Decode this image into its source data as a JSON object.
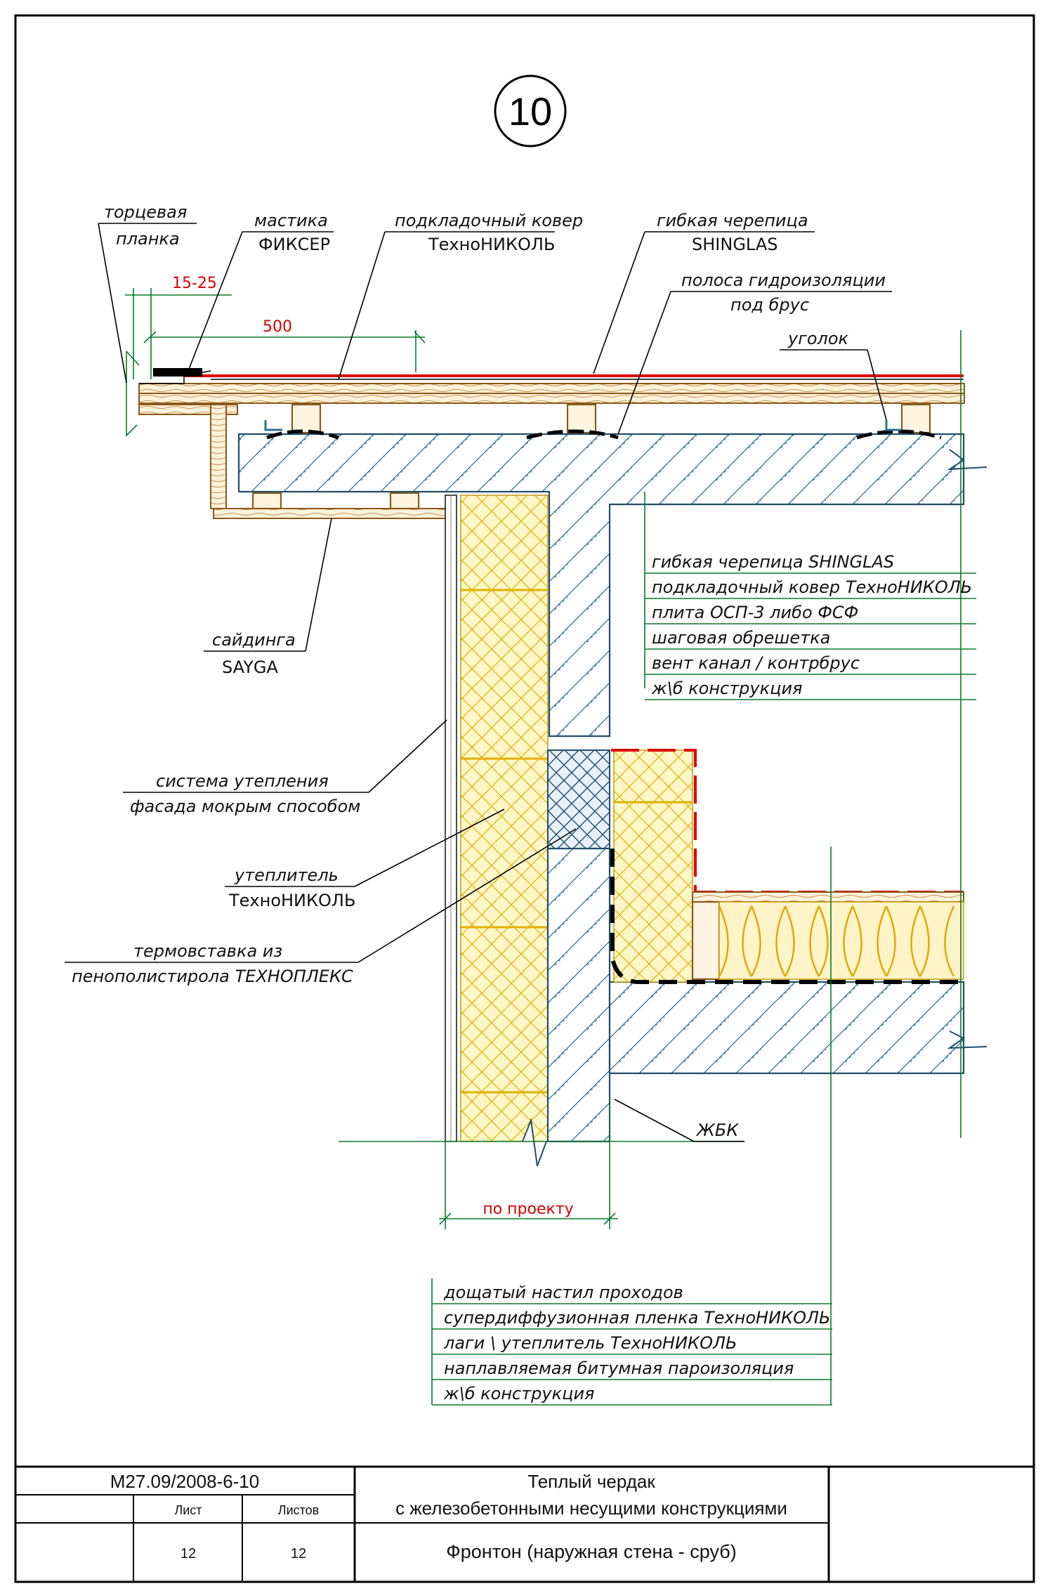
{
  "detail_number": "10",
  "labels": {
    "end_plank_1": "торцевая",
    "end_plank_2": "планка",
    "mastic_1": "мастика",
    "mastic_2": "ФИКСЕР",
    "underlay_1": "подкладочный ковер",
    "underlay_2": "ТехноНИКОЛЬ",
    "shingles_1": "гибкая черепица",
    "shingles_2": "SHINGLAS",
    "strip_1": "полоса гидроизоляции",
    "strip_2": "под брус",
    "angle": "уголок",
    "siding_1": "сайдинга",
    "siding_2": "SAYGA",
    "facade_1": "система утепления",
    "facade_2": "фасада мокрым способом",
    "insulation_1": "утеплитель",
    "insulation_2": "ТехноНИКОЛЬ",
    "thermal_1": "термовставка из",
    "thermal_2": "пенополистирола ТЕХНОПЛЕКС",
    "rc": "ЖБК"
  },
  "dimensions": {
    "d15_25": "15-25",
    "d500": "500",
    "per_project": "по проекту"
  },
  "roof_layers": [
    "гибкая черепица SHINGLAS",
    "подкладочный ковер ТехноНИКОЛЬ",
    "плита ОСП-3 либо ФСФ",
    "шаговая обрешетка",
    "вент канал / контрбрус",
    "ж\\б конструкция"
  ],
  "floor_layers": [
    "дощатый настил проходов",
    "супердиффузионная пленка ТехноНИКОЛЬ",
    "лаги \\ утеплитель ТехноНИКОЛЬ",
    "наплавляемая битумная пароизоляция",
    "ж\\б конструкция"
  ],
  "title_block": {
    "code": "М27.09/2008-6-10",
    "sheet_label": "Лист",
    "sheets_label": "Листов",
    "sheet": "12",
    "sheets": "12",
    "title_1": "Теплый чердак",
    "title_2": "с железобетонными несущими конструкциями",
    "subtitle": "Фронтон (наружная стена - сруб)"
  },
  "colors": {
    "concrete_stroke": "#1f4e6b",
    "insulation": "#f5c400",
    "membrane_red": "#e00000",
    "dimension_green": "#0a7a2a",
    "wood": "#8a5a1a"
  }
}
